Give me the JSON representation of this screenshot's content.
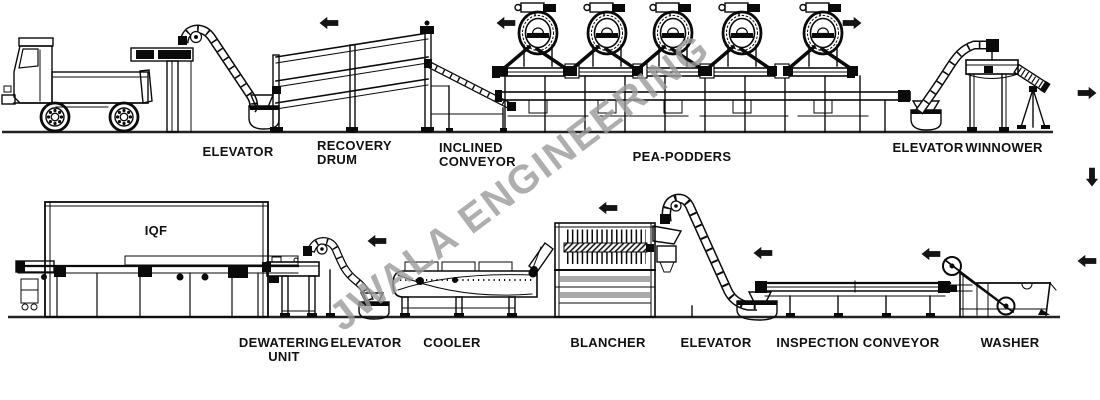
{
  "watermark": {
    "text": "JWALA ENGINEERING",
    "color": "#9b9b9b"
  },
  "colors": {
    "line": "#0a0a0a",
    "ground": "#222222",
    "background": "#ffffff",
    "label": "#111111"
  },
  "labels": {
    "elevator_top_left": "ELEVATOR",
    "recovery_drum": "RECOVERY\nDRUM",
    "inclined_conveyor": "INCLINED\nCONVEYOR",
    "pea_podders": "PEA-PODDERS",
    "elevator_top_right": "ELEVATOR",
    "winnower": "WINNOWER",
    "iqf": "IQF",
    "dewatering_unit": "DEWATERING\nUNIT",
    "elevator_bottom_left": "ELEVATOR",
    "cooler": "COOLER",
    "blancher": "BLANCHER",
    "elevator_bottom_mid": "ELEVATOR",
    "inspection_conveyor": "INSPECTION  CONVEYOR",
    "washer": "WASHER"
  },
  "flow_arrows": {
    "top_row_directions": [
      "left",
      "left",
      "right"
    ],
    "right_edge_directions": [
      "right",
      "down",
      "left"
    ],
    "bottom_row_directions": [
      "left",
      "left",
      "left",
      "left"
    ]
  },
  "machine_count": {
    "pea_podder_drums": 5
  }
}
